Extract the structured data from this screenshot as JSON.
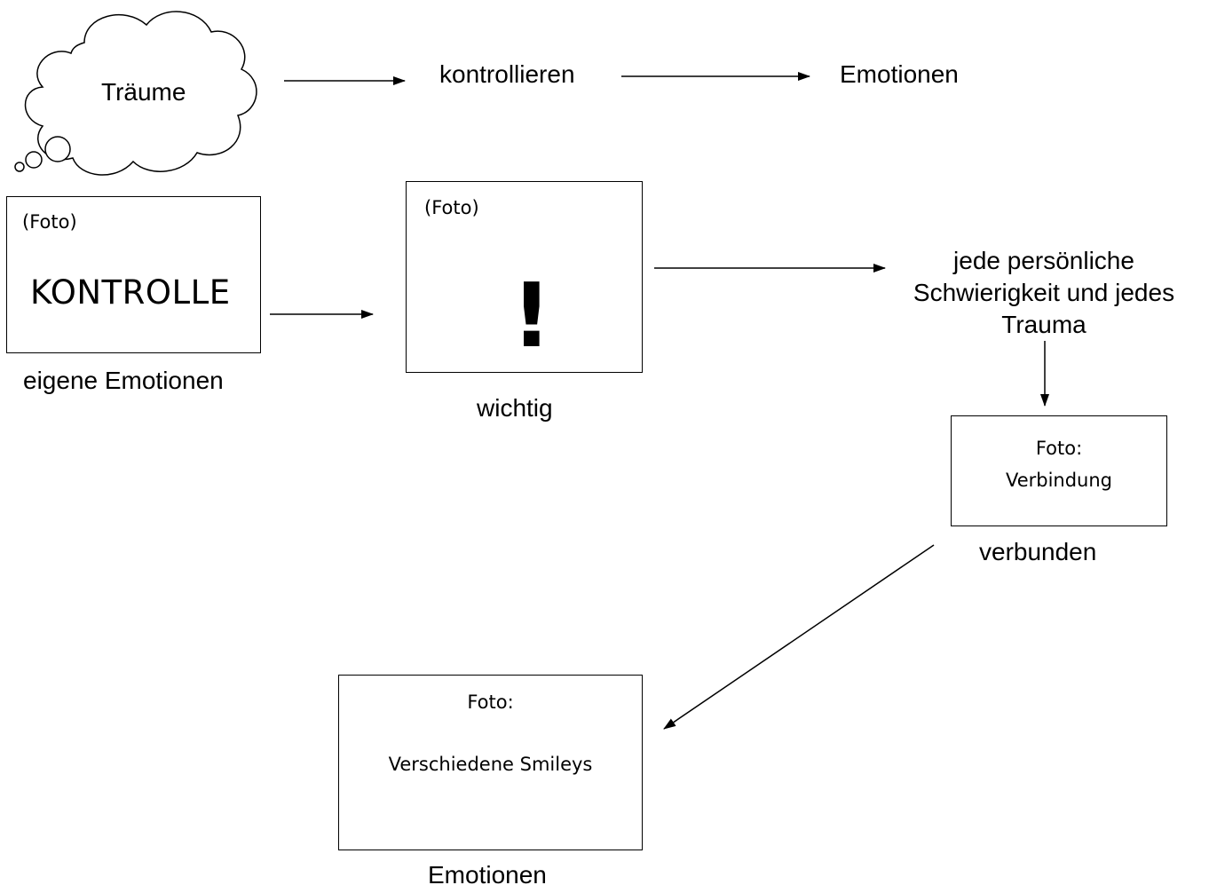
{
  "cloud": {
    "text": "Träume"
  },
  "row1": {
    "middle": "kontrollieren",
    "right": "Emotionen"
  },
  "box_kontrolle": {
    "caption": "(Foto)",
    "title": "KONTROLLE",
    "label": "eigene Emotionen"
  },
  "box_wichtig": {
    "caption": "(Foto)",
    "symbol": "!",
    "label": "wichtig"
  },
  "difficulty": {
    "line1": "jede persönliche",
    "line2": "Schwierigkeit und jedes",
    "line3": "Trauma"
  },
  "box_verbindung": {
    "caption_line1": "Foto:",
    "caption_line2": "Verbindung",
    "label": "verbunden"
  },
  "box_smileys": {
    "caption_line1": "Foto:",
    "caption_line2": "Verschiedene Smileys",
    "label": "Emotionen"
  }
}
